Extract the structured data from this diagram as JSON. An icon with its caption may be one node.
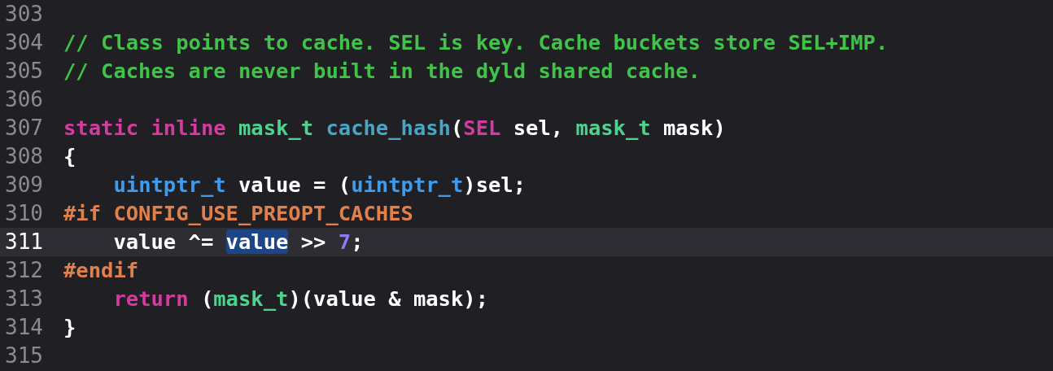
{
  "diagram": {
    "labels": [
      "303",
      "304",
      "// Class points to cache. SEL is key. Cache buckets store SEL+IMP.",
      "305",
      "// Caches are never built in the dyld shared cache.",
      "306",
      "307",
      "static inline mask_t cache_hash(SEL sel, mask_t mask)",
      "308",
      "{",
      "309",
      "    uintptr_t value = (uintptr_t)sel;",
      "310",
      "#if CONFIG_USE_PREOPT_CACHES",
      "311",
      "    value ^= value >> 7;",
      "312",
      "#endif",
      "313",
      "    return (mask_t)(value & mask);",
      "314",
      "}",
      "315"
    ]
  }
}
